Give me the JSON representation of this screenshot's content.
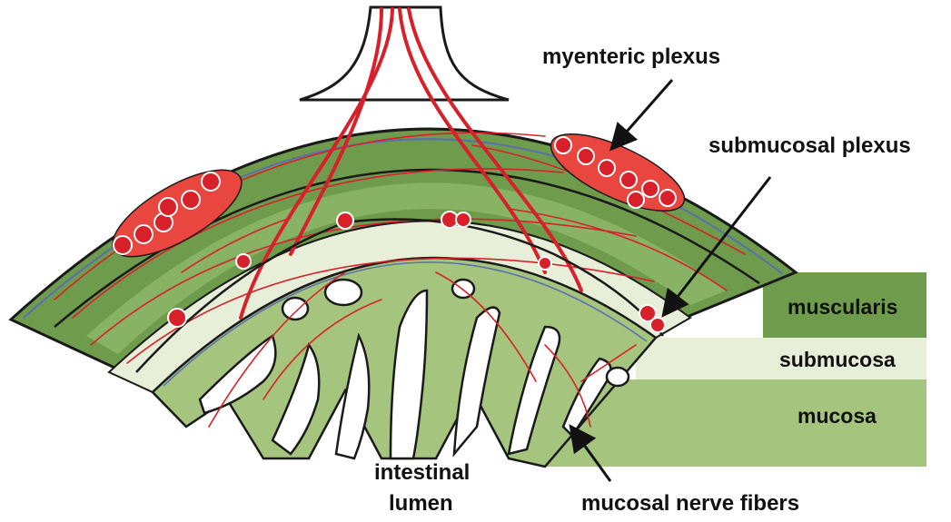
{
  "labels": {
    "myenteric": "myenteric plexus",
    "submucosal": "submucosal plexus",
    "muscularis": "muscularis",
    "submucosa": "submucosa",
    "mucosa": "mucosa",
    "intestinal": "intestinal",
    "lumen": "lumen",
    "mucosal_fibers": "mucosal nerve fibers"
  },
  "colors": {
    "muscularis": "#6f9c4c",
    "submucosa": "#e8efd9",
    "mucosa": "#a5c57e",
    "nerve": "#d8202a",
    "outline": "#1a1a1a",
    "serosa_line": "#5b6fb0"
  }
}
